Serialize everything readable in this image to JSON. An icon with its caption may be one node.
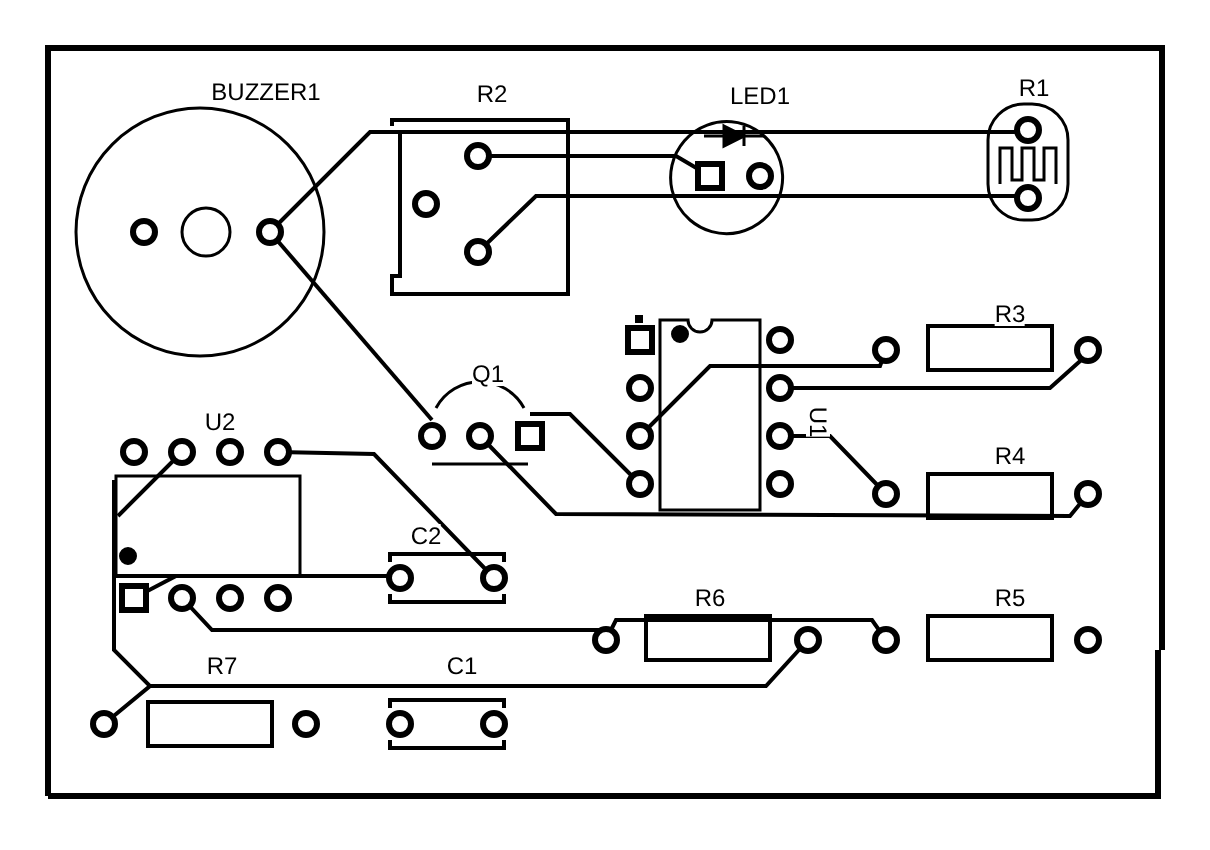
{
  "diagram": {
    "labels": [
      "BUZZER1",
      "R2",
      "LED1",
      "R1",
      "R3",
      "Q1",
      "U2",
      "U1",
      "R4",
      "C2",
      "R6",
      "R5",
      "R7",
      "C1"
    ]
  }
}
